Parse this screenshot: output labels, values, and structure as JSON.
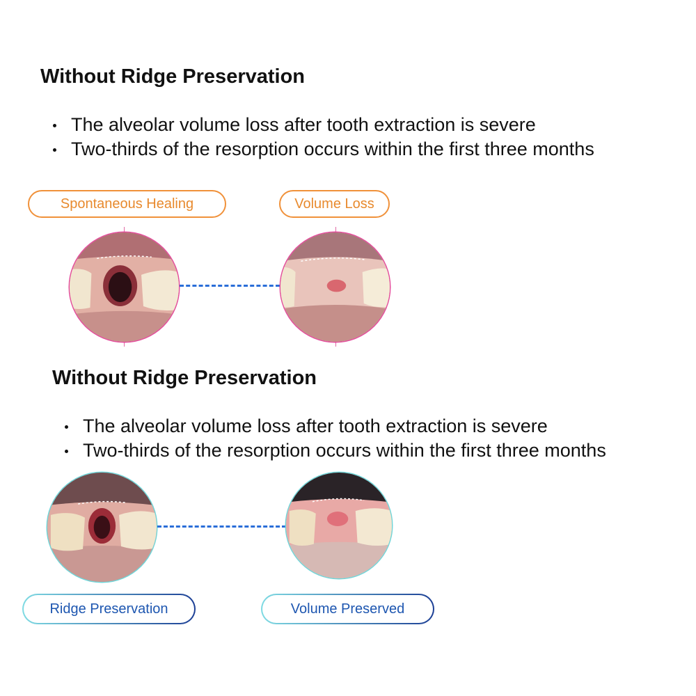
{
  "section1": {
    "heading": "Without Ridge Preservation",
    "bullets": [
      "The alveolar volume loss after tooth extraction is severe",
      "Two-thirds of the resorption occurs within the first three months"
    ],
    "left_label": "Spontaneous Healing",
    "right_label": "Volume Loss"
  },
  "section2": {
    "heading": "Without Ridge Preservation",
    "bullets": [
      "The alveolar volume loss after tooth extraction is severe",
      "Two-thirds of the resorption occurs within the first three months"
    ],
    "left_label": "Ridge Preservation",
    "right_label": "Volume Preserved"
  },
  "colors": {
    "orange_accent": "#f0913a",
    "blue_accent": "#1d56b0",
    "connector": "#2a6ed8"
  }
}
